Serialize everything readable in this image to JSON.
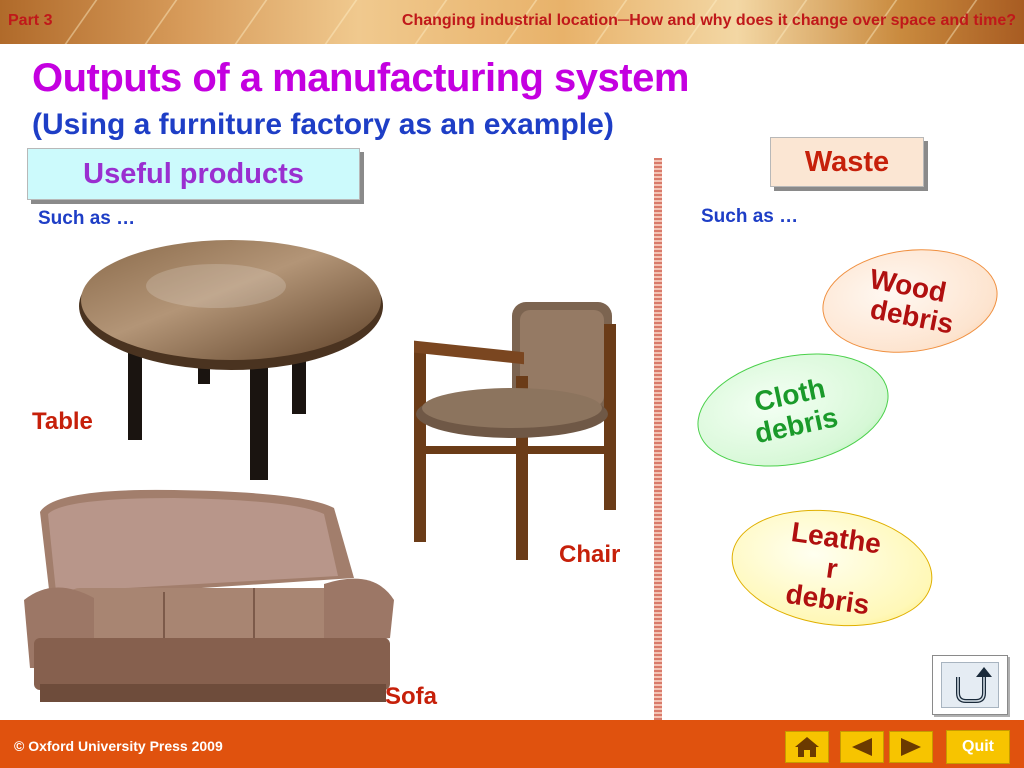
{
  "header": {
    "part": "Part 3",
    "title": "Changing industrial location─How and why does it change over space and time?"
  },
  "page": {
    "title": "Outputs of a manufacturing system",
    "subtitle": "(Using a furniture factory as an example)"
  },
  "useful": {
    "heading": "Useful products",
    "such_as": "Such as …",
    "items": {
      "table": "Table",
      "chair": "Chair",
      "sofa": "Sofa"
    }
  },
  "waste": {
    "heading": "Waste",
    "such_as": "Such as …",
    "items": {
      "wood": {
        "line1": "Wood",
        "line2": "debris"
      },
      "cloth": {
        "line1": "Cloth",
        "line2": "debris"
      },
      "leather": {
        "line1": "Leathe",
        "line2": "r",
        "line3": "debris"
      }
    }
  },
  "footer": {
    "copyright": "© Oxford University Press 2009",
    "quit_label": "Quit"
  },
  "icons": {
    "home": "home-icon",
    "prev": "triangle-left-icon",
    "next": "triangle-right-icon",
    "return": "return-arrow-icon"
  },
  "colors": {
    "title": "#c400e0",
    "subtitle": "#1e3ec6",
    "label": "#c6200a",
    "footer": "#e0520e",
    "nav_button": "#f7c400"
  }
}
